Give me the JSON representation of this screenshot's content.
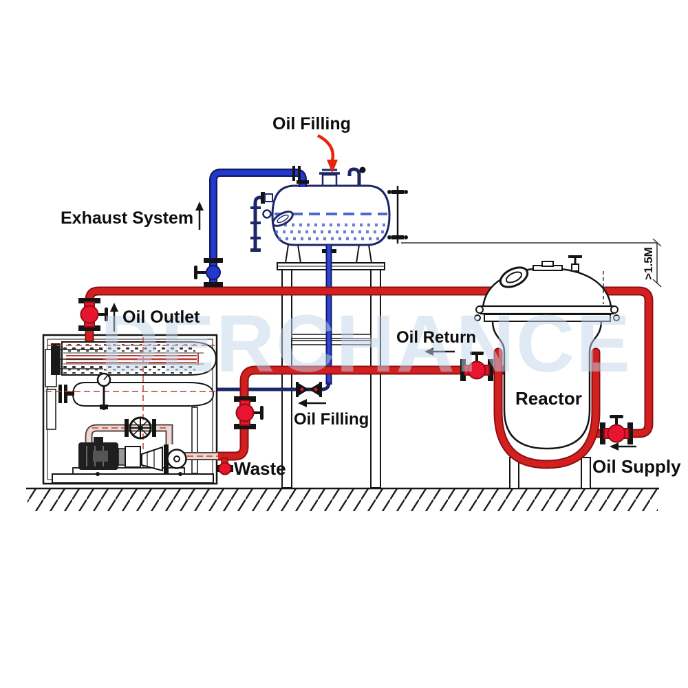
{
  "diagram": {
    "labels": {
      "oil_filling_top": "Oil Filling",
      "exhaust_system": "Exhaust System",
      "oil_outlet": "Oil Outlet",
      "oil_return": "Oil Return",
      "oil_filling_mid": "Oil Filling",
      "waste": "Waste",
      "reactor": "Reactor",
      "oil_supply": "Oil Supply",
      "min_height": ">1.5M"
    },
    "watermark": "DERCHANCE",
    "colors": {
      "pipe_red": "#d2201f",
      "pipe_red_dark": "#8c0f12",
      "valve_red": "#e81430",
      "pipe_blue": "#2239cf",
      "pipe_blue_dark": "#111a63",
      "line_navy": "#1d2666",
      "ink": "#141414",
      "watermark": "#c3d6ea"
    },
    "equipment_icons": [
      "expansion-tank-icon",
      "oil-heater-icon",
      "circulation-pump-icon",
      "support-tower-icon",
      "reactor-vessel-icon",
      "ground-hatch-icon"
    ]
  }
}
